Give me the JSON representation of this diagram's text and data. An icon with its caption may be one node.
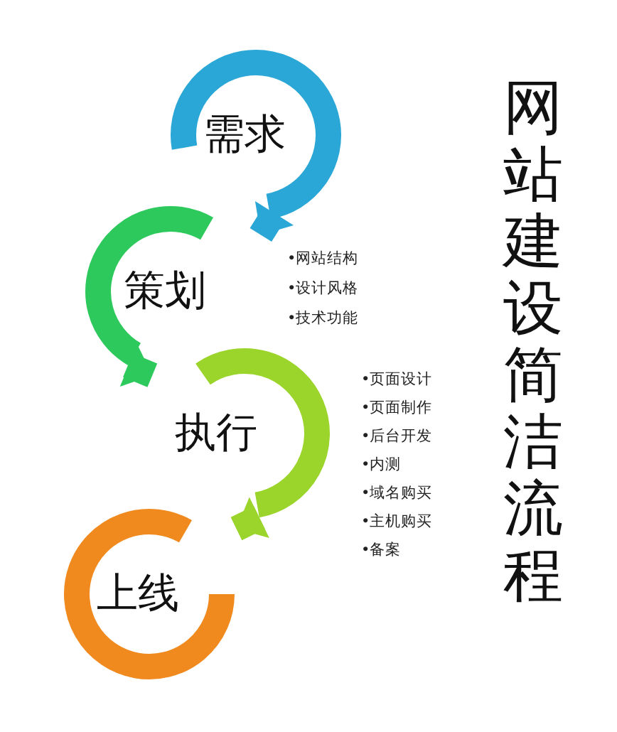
{
  "diagram": {
    "title": "网站建设简洁流程",
    "nodes": [
      {
        "text": [
          "需求"
        ]
      },
      {
        "text": [
          "策划"
        ],
        "beside": [
          "•网站结构",
          "•设计风格",
          "•技术功能"
        ]
      },
      {
        "text": [
          "执行"
        ],
        "beside": [
          "•页面设计",
          "•页面制作",
          "•后台开发",
          "•内测",
          "•域名购买",
          "•主机购买",
          "•备案"
        ]
      },
      {
        "text": [
          "上线"
        ]
      }
    ],
    "edges": [
      {
        "from": 0,
        "to": 1,
        "arrow": "to",
        "color": "#2aa7d6"
      },
      {
        "from": 1,
        "to": 2,
        "arrow": "to",
        "color": "#2ec95c"
      },
      {
        "from": 2,
        "to": 3,
        "arrow": "to",
        "color": "#9bd52c"
      }
    ]
  }
}
